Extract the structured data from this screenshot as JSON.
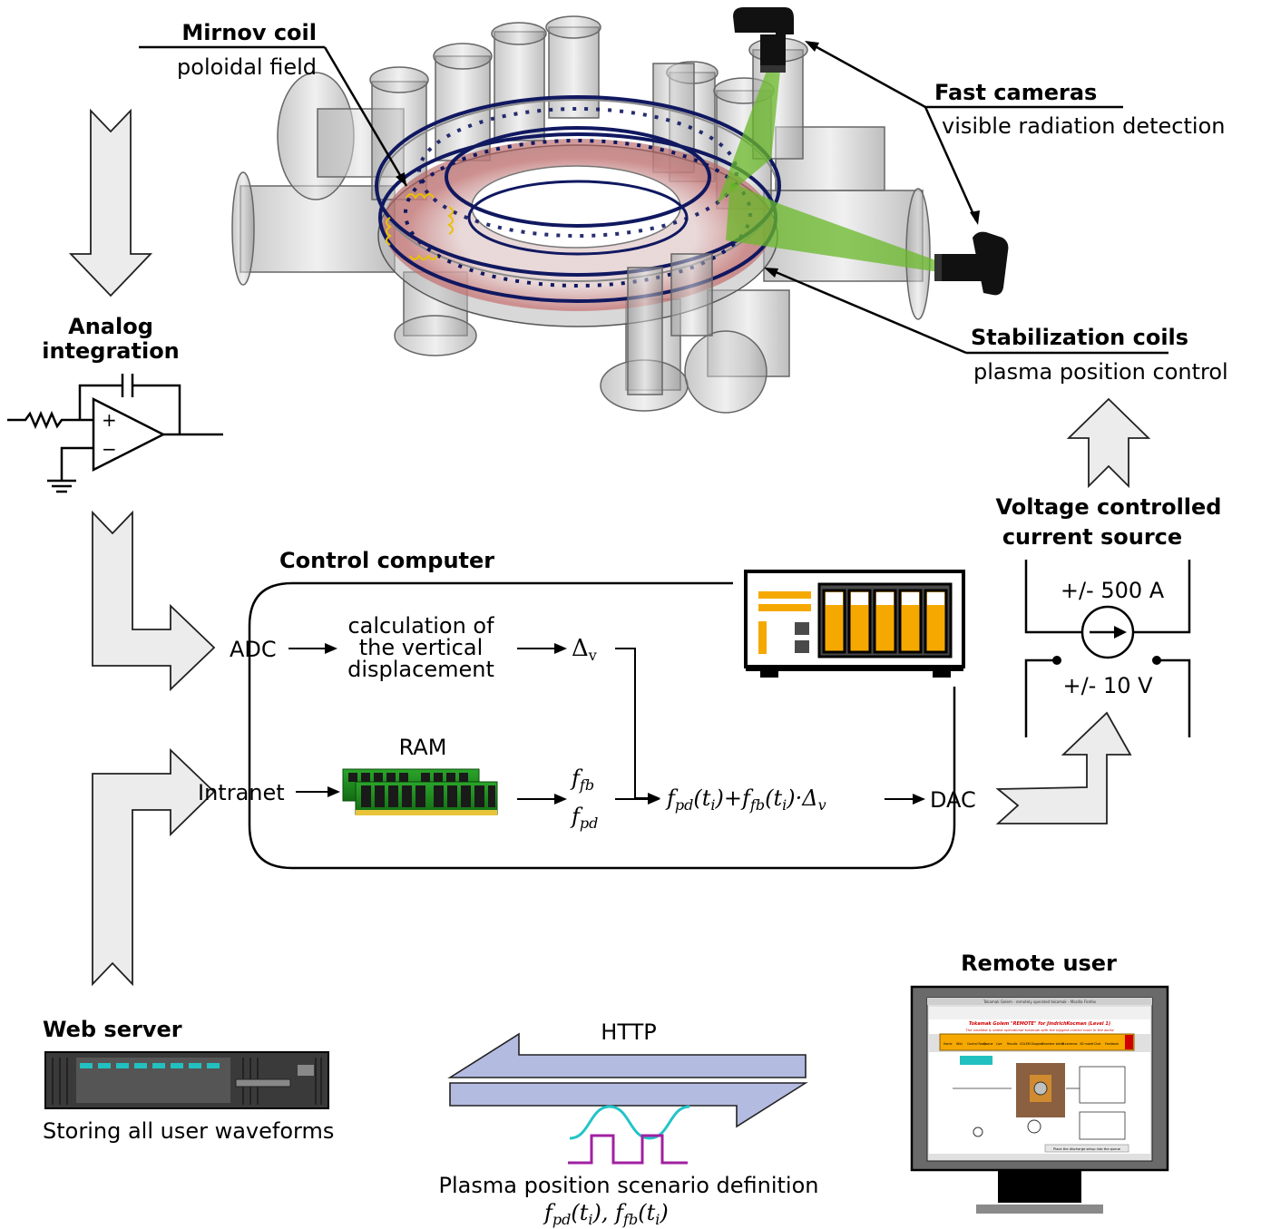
{
  "labels": {
    "mirnov_title": "Mirnov coil",
    "mirnov_sub": "poloidal field",
    "cameras_title": "Fast cameras",
    "cameras_sub": "visible radiation detection",
    "stab_title": "Stabilization coils",
    "stab_sub": "plasma position control",
    "analog_line1": "Analog",
    "analog_line2": "integration",
    "vccs_line1": "Voltage controlled",
    "vccs_line2": "current source",
    "current_range": "+/- 500 A",
    "voltage_range": "+/- 10 V",
    "control_computer": "Control computer",
    "adc": "ADC",
    "calc_line1": "calculation of",
    "calc_line2": "the vertical",
    "calc_line3": "displacement",
    "ram": "RAM",
    "intranet": "Intranet",
    "dac": "DAC",
    "remote_user": "Remote user",
    "web_server": "Web server",
    "storing": "Storing all user waveforms",
    "http": "HTTP",
    "scenario": "Plasma position scenario definition"
  },
  "math": {
    "delta": "Δ",
    "v": "v",
    "f": "f",
    "fb": "fb",
    "pd": "pd",
    "t": "t",
    "i": "i"
  },
  "screen": {
    "title_bar": "Tokamak Golem - remotely operated tokamak - Mozilla Firefox",
    "heading": "Tokamak Golem \"REMOTE\" for JindrichKocman (Level 1)",
    "subheading": "The smallest & oldest operational tokamak with the biggest control room in the world",
    "nav": [
      "Home",
      "Wiki",
      "Control Room",
      "Queue",
      "Live",
      "Results",
      "GOLEM Diagram",
      "Chamber status",
      "IP cameras",
      "3D model",
      "Chat",
      "Feedback"
    ],
    "button": "Place the discharge setup into the queue"
  },
  "colors": {
    "accent_orange": "#f5a800",
    "coil_navy": "#101860",
    "plasma_red": "#c87070",
    "camera_green": "#6ab82a",
    "http_arrow": "#b4bbe0",
    "wave_cyan": "#21c4c8",
    "wave_purple": "#a020a0",
    "ram_green": "#1a8a1a"
  }
}
